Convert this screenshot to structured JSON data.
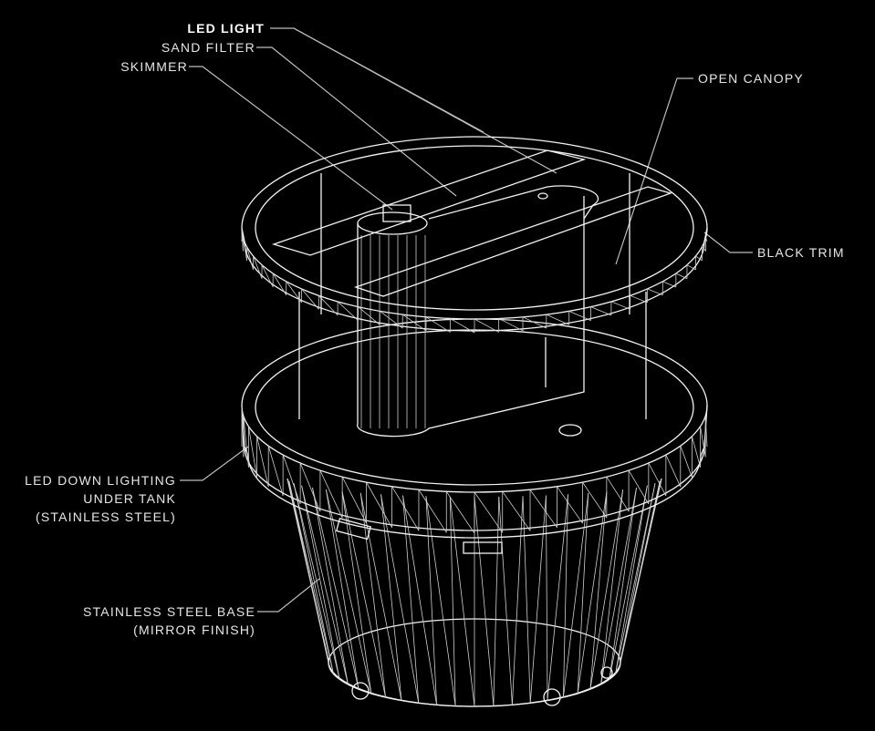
{
  "title": "Aquarium tank exploded isometric drawing",
  "labels": {
    "led_light": "LED LIGHT",
    "sand_filter": "SAND FILTER",
    "skimmer": "SKIMMER",
    "open_canopy": "OPEN CANOPY",
    "black_trim": "BLACK TRIM",
    "led_down_lighting": [
      "LED DOWN LIGHTING",
      "UNDER TANK",
      "(STAINLESS STEEL)"
    ],
    "stainless_base": [
      "STAINLESS STEEL BASE",
      "(MIRROR FINISH)"
    ]
  },
  "colors": {
    "background": "#000000",
    "lines": "#f2f2f2"
  }
}
